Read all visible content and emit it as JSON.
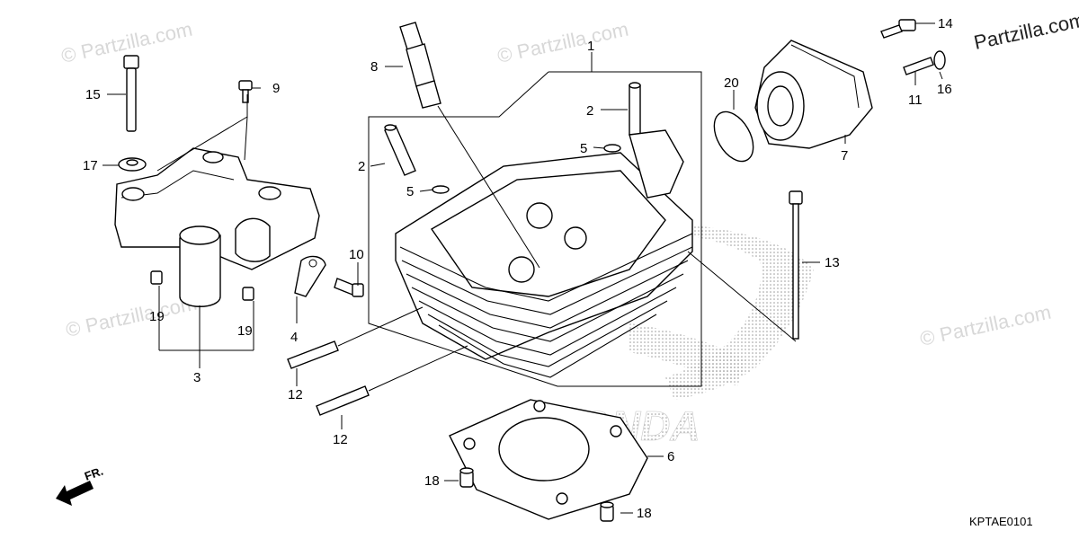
{
  "watermark": {
    "text": "© Partzilla.com"
  },
  "watermark_top_right": {
    "text": "Partzilla.com"
  },
  "front_marker": {
    "label": "FR."
  },
  "diagram_code": {
    "text": "KPTAE0101"
  },
  "brand_mark": {
    "text": "HONDA"
  },
  "callouts": {
    "c1": "1",
    "c2a": "2",
    "c2b": "2",
    "c3": "3",
    "c4": "4",
    "c5a": "5",
    "c5b": "5",
    "c6": "6",
    "c7": "7",
    "c8": "8",
    "c9": "9",
    "c10": "10",
    "c11": "11",
    "c12a": "12",
    "c12b": "12",
    "c13": "13",
    "c14": "14",
    "c15": "15",
    "c16": "16",
    "c17": "17",
    "c18a": "18",
    "c18b": "18",
    "c19a": "19",
    "c19b": "19",
    "c20": "20"
  }
}
